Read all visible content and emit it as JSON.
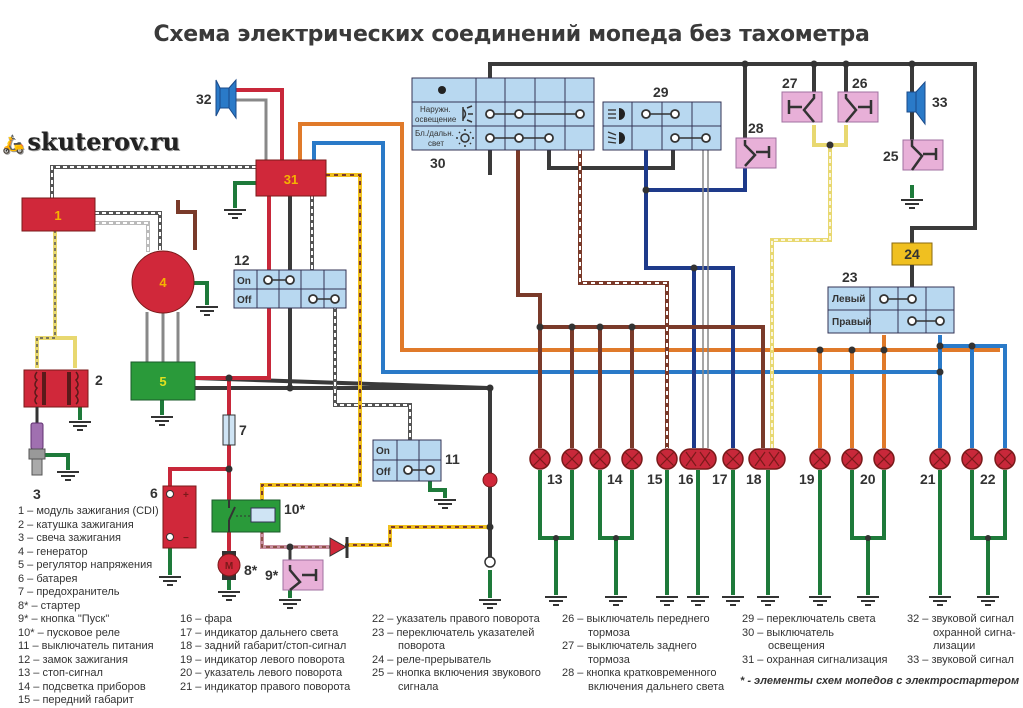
{
  "title": "Схема электрических соединений мопеда без тахометра",
  "watermark": "skuterov.ru",
  "components": {
    "c1": "1",
    "c2": "2",
    "c3": "3",
    "c4": "4",
    "c5": "5",
    "c6": "6",
    "c7": "7",
    "c8": "8*",
    "c9": "9*",
    "c10": "10*",
    "c11": "11",
    "c12": "12",
    "c13": "13",
    "c14": "14",
    "c15": "15",
    "c16": "16",
    "c17": "17",
    "c18": "18",
    "c19": "19",
    "c20": "20",
    "c21": "21",
    "c22": "22",
    "c23": "23",
    "c24": "24",
    "c25": "25",
    "c26": "26",
    "c27": "27",
    "c28": "28",
    "c29": "29",
    "c30": "30",
    "c31": "31",
    "c32": "32",
    "c33": "33"
  },
  "switch_labels": {
    "on": "On",
    "off": "Off",
    "left": "Левый",
    "right": "Правый",
    "outer_light_1": "Наружн.",
    "outer_light_2": "освещение",
    "beam_1": "Бл./дальн.",
    "beam_2": "свет",
    "battery_plus": "+",
    "battery_minus": "−",
    "motor": "M"
  },
  "wire_colors": {
    "red": "#c8283a",
    "black": "#3a3a3a",
    "brown": "#7a3a2a",
    "orange": "#e07a2a",
    "blue": "#2a7ac8",
    "navy": "#1e3a8a",
    "green": "#1e7a3a",
    "yellow": "#f0c020"
  },
  "legend": {
    "col1": [
      "1 – модуль зажигания (CDI)",
      "2 – катушка зажигания",
      "3 – свеча зажигания",
      "4 – генератор",
      "5 – регулятор напряжения",
      "6 – батарея",
      "7 – предохранитель",
      "8* – стартер",
      "9* – кнопка \"Пуск\"",
      "10* – пусковое реле",
      "11 – выключатель питания",
      "12 – замок зажигания",
      "13 – стоп-сигнал",
      "14 – подсветка приборов",
      "15 – передний габарит"
    ],
    "col2": [
      "16 – фара",
      "17 – индикатор дальнего света",
      "18 – задний габарит/стоп-сигнал",
      "19 – индикатор левого поворота",
      "20 – указатель левого поворота",
      "21 – индикатор правого поворота"
    ],
    "col3": [
      "22 – указатель правого поворота",
      "23 – переключатель указателей",
      "поворота",
      "24 – реле-прерыватель",
      "25 – кнопка включения звукового",
      "сигнала"
    ],
    "col4": [
      "26 – выключатель переднего",
      "тормоза",
      "27 – выключатель заднего",
      "тормоза",
      "28 – кнопка кратковременного",
      "включения дальнего света"
    ],
    "col5": [
      "29 – переключатель света",
      "30 – выключатель",
      "освещения",
      "31 – охранная сигнализация"
    ],
    "col6": [
      "32 – звуковой сигнал",
      "охранной сигна-",
      "лизации",
      "33 – звуковой сигнал"
    ],
    "note": "* - элементы схем мопедов с электростартером"
  }
}
